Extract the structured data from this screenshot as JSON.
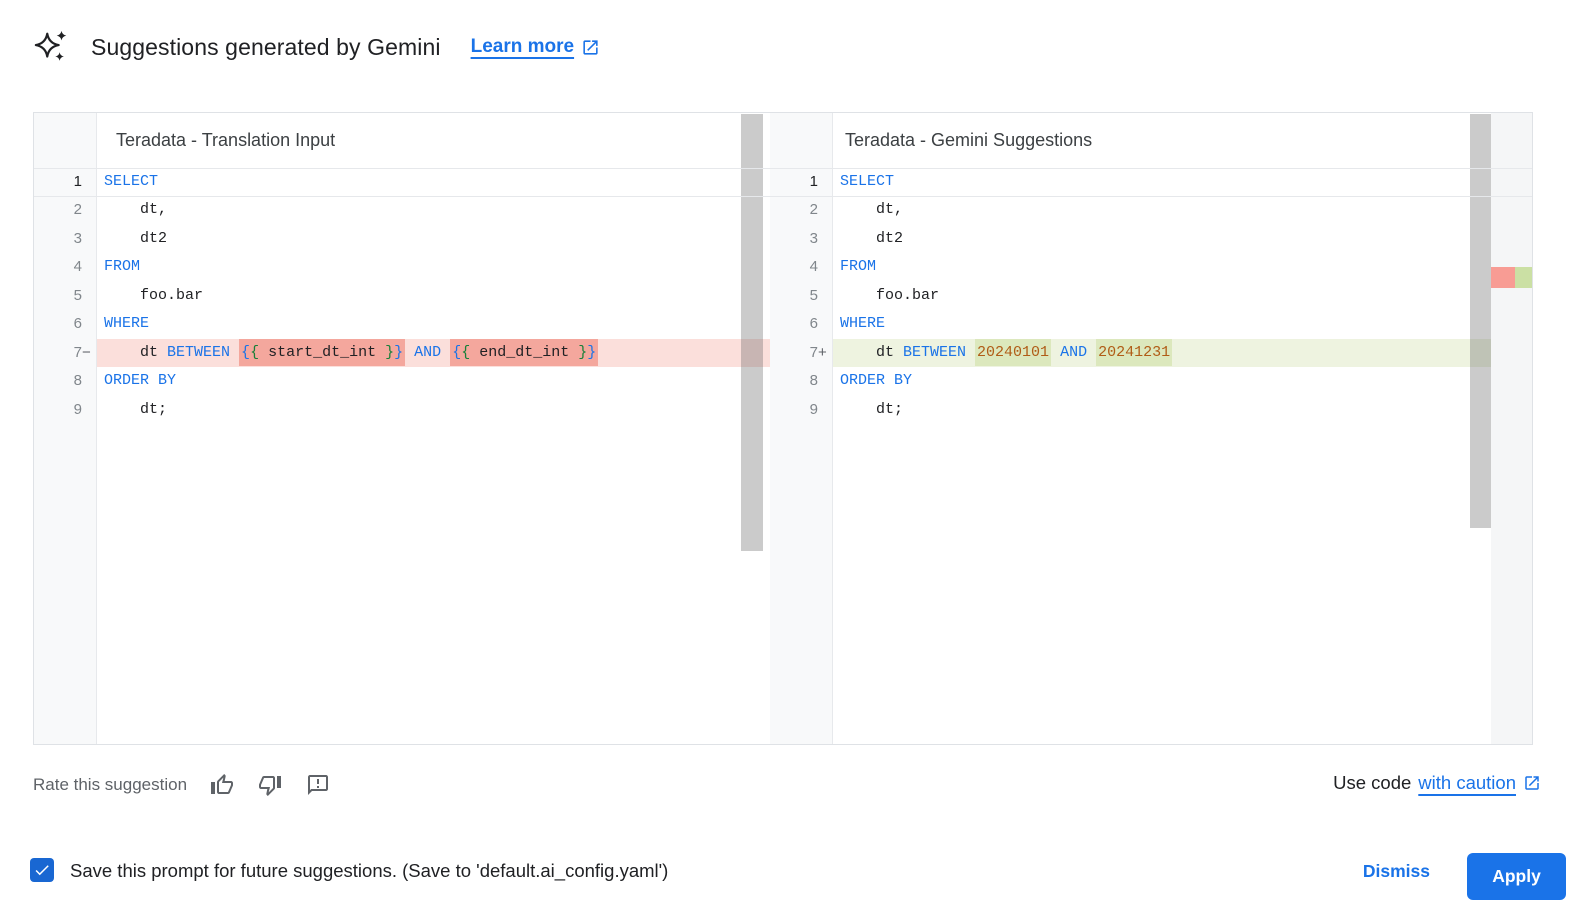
{
  "header": {
    "icon": "gemini-sparkle-icon",
    "title": "Suggestions generated by Gemini",
    "learn_more_label": "Learn more",
    "learn_more_icon": "open-in-new-icon"
  },
  "colors": {
    "accent_blue": "#1a73e8",
    "keyword": "#1a73e8",
    "number_literal": "#b05c16",
    "bracket_depth_1": "#1a73e8",
    "bracket_depth_2": "#188038",
    "removed_line_bg": "#fbdfdb",
    "removed_token_bg": "#f4a79d",
    "added_line_bg": "#eef3e0",
    "added_token_bg": "#dce8bd",
    "overview_marker_red": "#f89c94",
    "overview_marker_green": "#cbe0a4",
    "checkbox_blue": "#1967d2",
    "gutter_bg": "#f8f9fa",
    "muted_text": "#5f6368"
  },
  "editors": [
    {
      "title": "Teradata - Translation Input",
      "lines": [
        {
          "num": "1",
          "segments": [
            {
              "t": "SELECT",
              "c": "kw"
            }
          ]
        },
        {
          "num": "2",
          "segments": [
            {
              "t": "    dt,"
            }
          ]
        },
        {
          "num": "3",
          "segments": [
            {
              "t": "    dt2"
            }
          ]
        },
        {
          "num": "4",
          "segments": [
            {
              "t": "FROM",
              "c": "kw"
            }
          ]
        },
        {
          "num": "5",
          "segments": [
            {
              "t": "    foo.bar"
            }
          ]
        },
        {
          "num": "6",
          "segments": [
            {
              "t": "WHERE",
              "c": "kw"
            }
          ]
        },
        {
          "num": "7",
          "suffix": "−",
          "diff": "removed",
          "segments": [
            {
              "t": "    dt "
            },
            {
              "t": "BETWEEN",
              "c": "kw"
            },
            {
              "t": " "
            },
            {
              "t": "{",
              "c": "b1",
              "chunk": true
            },
            {
              "t": "{",
              "c": "b2",
              "chunk": true
            },
            {
              "t": " start_dt_int ",
              "chunk": true
            },
            {
              "t": "}",
              "c": "b2",
              "chunk": true
            },
            {
              "t": "}",
              "c": "b1",
              "chunk": true
            },
            {
              "t": " "
            },
            {
              "t": "AND",
              "c": "kw"
            },
            {
              "t": " "
            },
            {
              "t": "{",
              "c": "b1",
              "chunk": true
            },
            {
              "t": "{",
              "c": "b2",
              "chunk": true
            },
            {
              "t": " end_dt_int ",
              "chunk": true
            },
            {
              "t": "}",
              "c": "b2",
              "chunk": true
            },
            {
              "t": "}",
              "c": "b1",
              "chunk": true
            }
          ]
        },
        {
          "num": "8",
          "segments": [
            {
              "t": "ORDER BY",
              "c": "kw"
            }
          ]
        },
        {
          "num": "9",
          "segments": [
            {
              "t": "    dt;"
            }
          ]
        }
      ]
    },
    {
      "title": "Teradata - Gemini Suggestions",
      "lines": [
        {
          "num": "1",
          "segments": [
            {
              "t": "SELECT",
              "c": "kw"
            }
          ]
        },
        {
          "num": "2",
          "segments": [
            {
              "t": "    dt,"
            }
          ]
        },
        {
          "num": "3",
          "segments": [
            {
              "t": "    dt2"
            }
          ]
        },
        {
          "num": "4",
          "segments": [
            {
              "t": "FROM",
              "c": "kw"
            }
          ]
        },
        {
          "num": "5",
          "segments": [
            {
              "t": "    foo.bar"
            }
          ]
        },
        {
          "num": "6",
          "segments": [
            {
              "t": "WHERE",
              "c": "kw"
            }
          ]
        },
        {
          "num": "7",
          "suffix": "+",
          "diff": "added",
          "segments": [
            {
              "t": "    dt "
            },
            {
              "t": "BETWEEN",
              "c": "kw"
            },
            {
              "t": " "
            },
            {
              "t": "20240101",
              "c": "num",
              "chunk": true
            },
            {
              "t": " "
            },
            {
              "t": "AND",
              "c": "kw"
            },
            {
              "t": " "
            },
            {
              "t": "20241231",
              "c": "num",
              "chunk": true
            }
          ]
        },
        {
          "num": "8",
          "segments": [
            {
              "t": "ORDER BY",
              "c": "kw"
            }
          ]
        },
        {
          "num": "9",
          "segments": [
            {
              "t": "    dt;"
            }
          ]
        }
      ]
    }
  ],
  "rate": {
    "label": "Rate this suggestion",
    "icons": [
      "thumb-up-icon",
      "thumb-down-icon",
      "feedback-icon"
    ]
  },
  "use_code": {
    "prefix": "Use code",
    "link_label": "with caution",
    "icon": "open-in-new-icon"
  },
  "footer": {
    "checkbox_checked": true,
    "save_label": "Save this prompt for future suggestions. (Save to 'default.ai_config.yaml')",
    "dismiss_label": "Dismiss",
    "apply_label": "Apply"
  }
}
